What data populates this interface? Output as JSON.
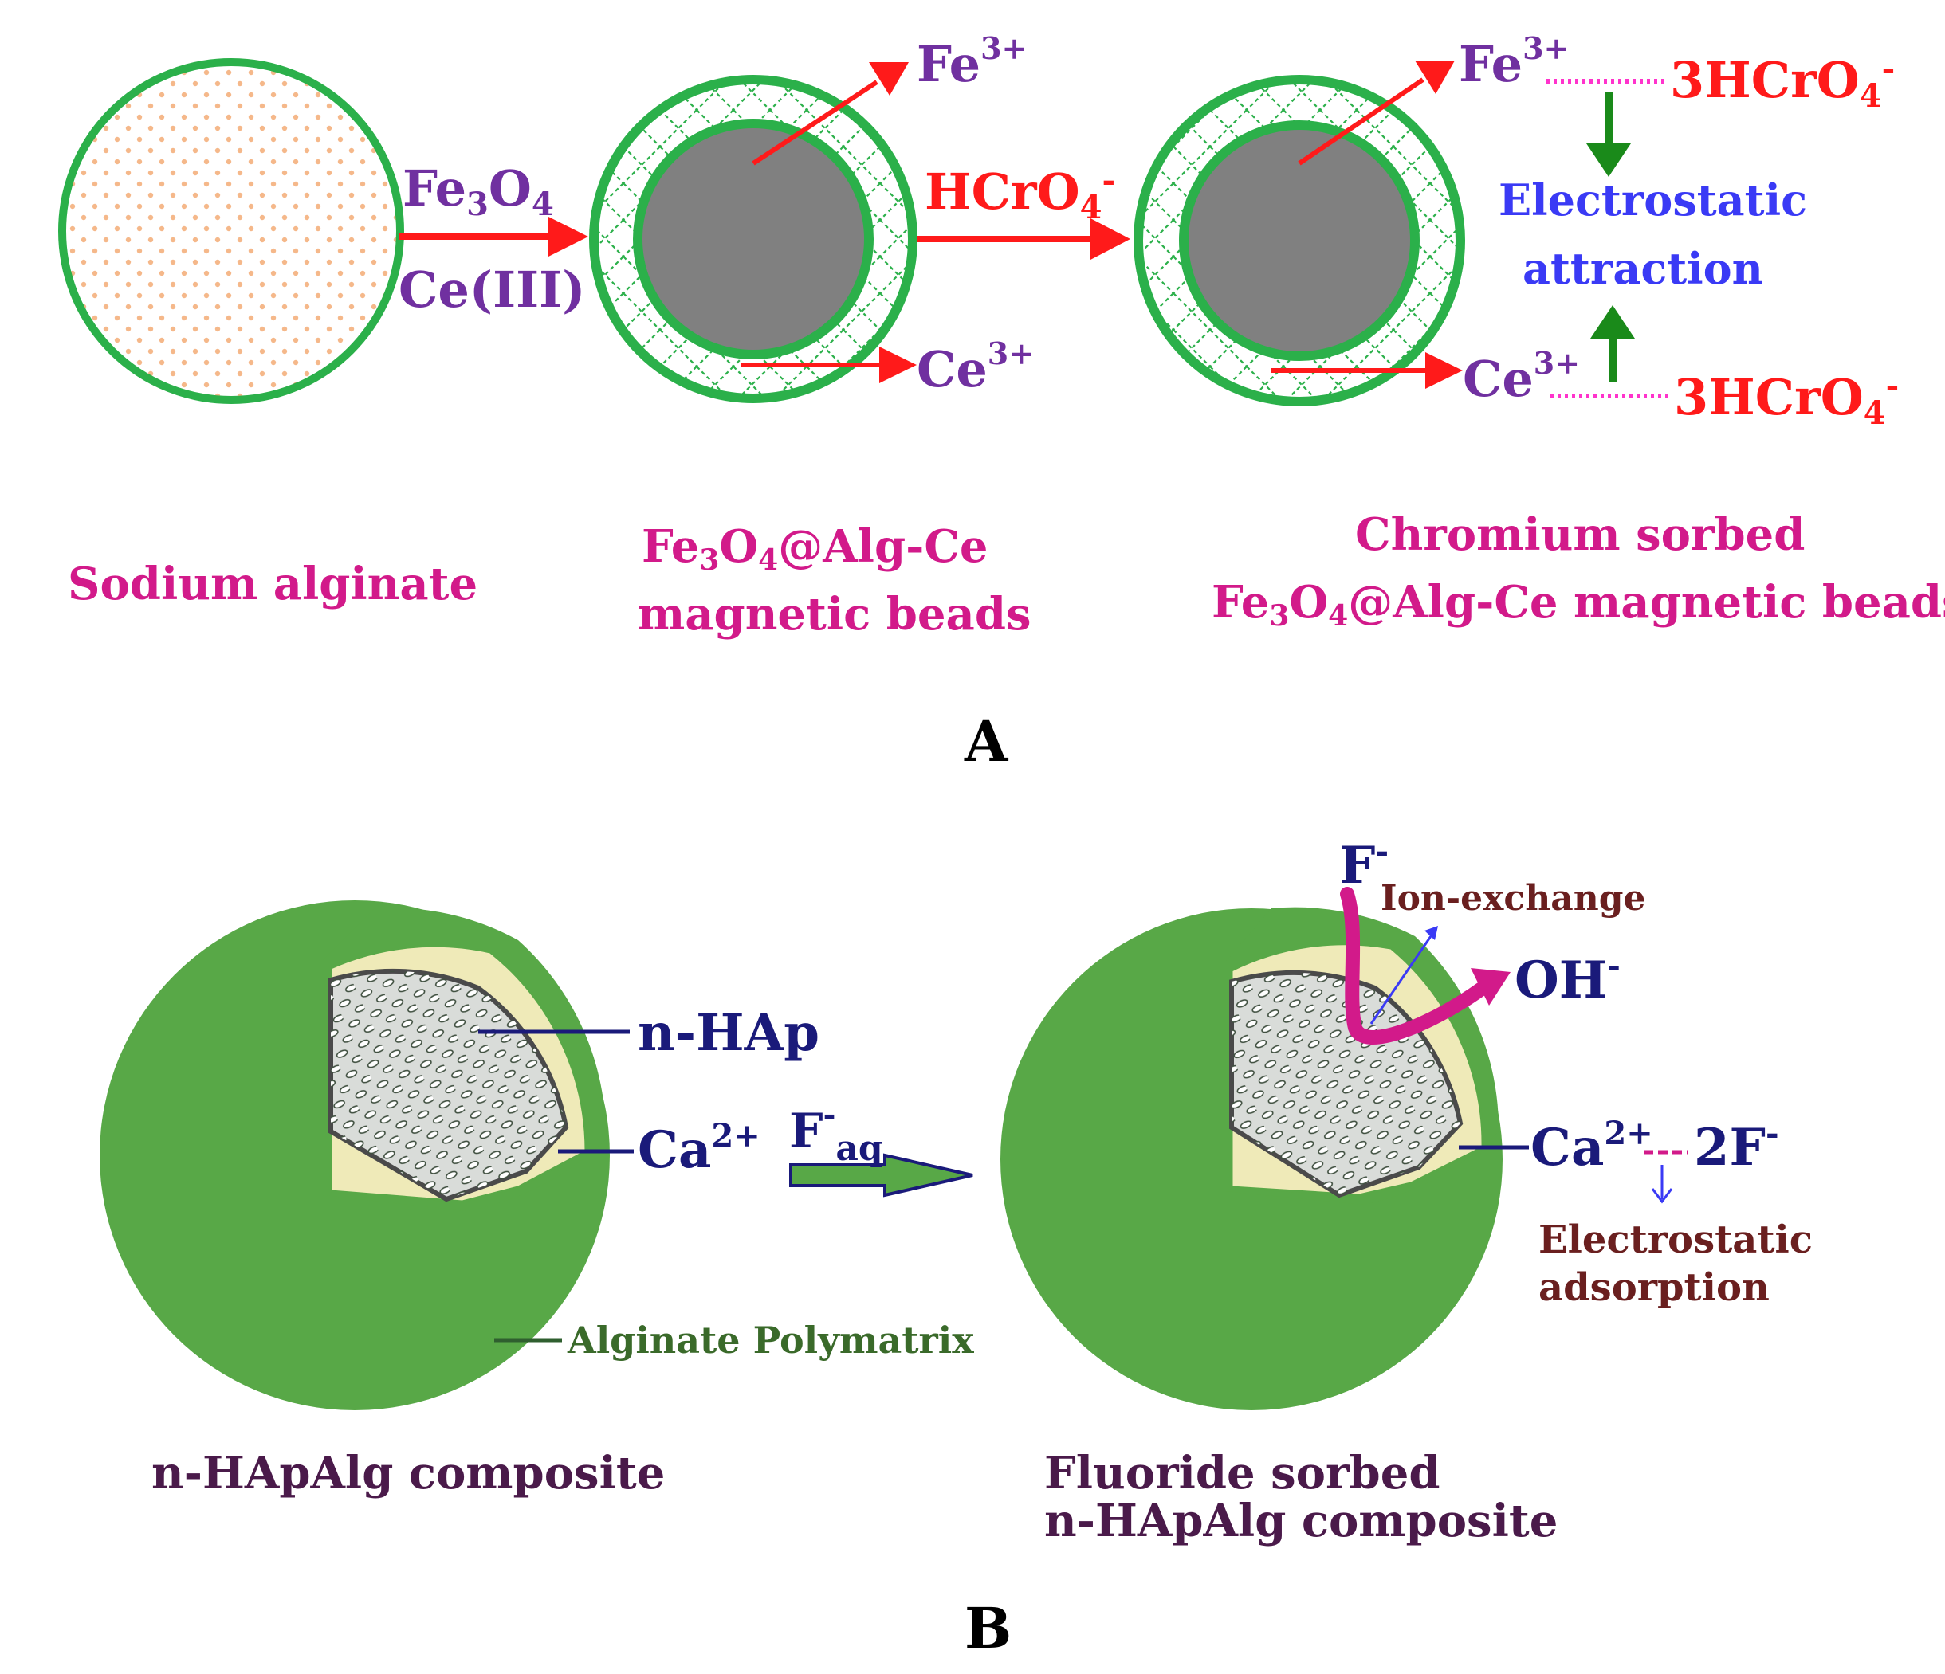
{
  "panel_a": {
    "panel_label": "A",
    "reagent_top": "Fe",
    "reagent_top_sub1": "3",
    "reagent_top_rest": "O",
    "reagent_top_sub2": "4",
    "reagent_bottom": "Ce(III)",
    "step2_reagent": "HCrO",
    "step2_reagent_sub": "4",
    "step2_reagent_sup": "-",
    "fe_ion": "Fe",
    "fe_ion_sup": "3+",
    "ce_ion": "Ce",
    "ce_ion_sup": "3+",
    "chromate": "3HCrO",
    "chromate_sub": "4",
    "chromate_sup": "-",
    "electrostatic_line1": "Electrostatic",
    "electrostatic_line2": "attraction",
    "caption_1": "Sodium alginate",
    "caption_2_line1_a": "Fe",
    "caption_2_line1_sub1": "3",
    "caption_2_line1_b": "O",
    "caption_2_line1_sub2": "4",
    "caption_2_line1_c": "@Alg-Ce",
    "caption_2_line2": "magnetic beads",
    "caption_3_line1": "Chromium sorbed",
    "caption_3_line2_a": "Fe",
    "caption_3_line2_sub1": "3",
    "caption_3_line2_b": "O",
    "caption_3_line2_sub2": "4",
    "caption_3_line2_c": "@Alg-Ce magnetic beads"
  },
  "panel_b": {
    "panel_label": "B",
    "nhap_label": "n-HAp",
    "ca_label": "Ca",
    "ca_sup": "2+",
    "alginate_label": "Alginate Polymatrix",
    "fluoride_reagent": "F",
    "fluoride_reagent_sup": "-",
    "fluoride_reagent_sub": "aq",
    "f_ion": "F",
    "f_ion_sup": "-",
    "ion_exchange": "Ion-exchange",
    "oh_ion": "OH",
    "oh_ion_sup": "-",
    "two_f": "2F",
    "two_f_sup": "-",
    "electrostatic_line1": "Electrostatic",
    "electrostatic_line2": "adsorption",
    "caption_1": "n-HApAlg composite",
    "caption_2_line1": "Fluoride sorbed",
    "caption_2_line2": "n-HApAlg composite"
  },
  "colors": {
    "alginate_green": "#2bb04a",
    "core_gray": "#808080",
    "red_arrow": "#ff1a1a",
    "purple_text": "#7030a0",
    "magenta_text": "#d21a8a",
    "blue_text": "#3a3af5",
    "dark_green_arrow": "#1a8a1a",
    "composite_green": "#58a847",
    "cream": "#efeab8",
    "navy": "#1a1a7a",
    "maroon": "#6a1f1f",
    "dark_purple": "#4a1a4a"
  }
}
